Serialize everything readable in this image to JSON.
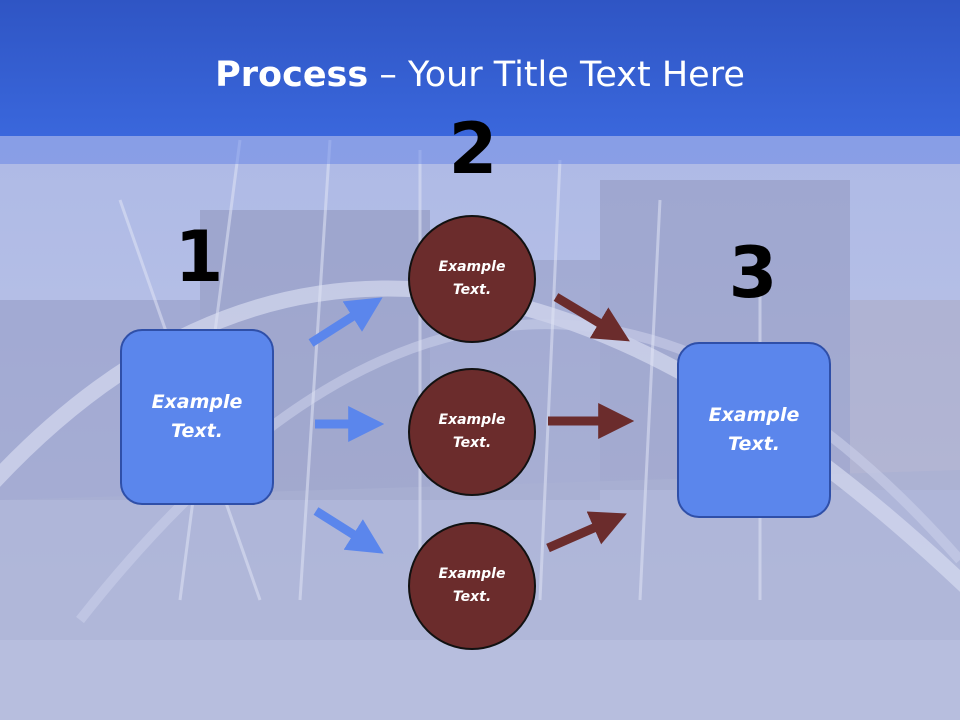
{
  "title": {
    "bold": "Process",
    "rest": " – Your Title Text Here"
  },
  "steps": {
    "one": "1",
    "two": "2",
    "three": "3"
  },
  "left_box": {
    "text": "Example Text."
  },
  "right_box": {
    "text": "Example Text."
  },
  "circles": [
    {
      "text": "Example Text."
    },
    {
      "text": "Example Text."
    },
    {
      "text": "Example Text."
    }
  ],
  "colors": {
    "title_bar": "#3a67dc",
    "box_fill": "#5b86ec",
    "circle_fill": "#6b2c2c",
    "blue_arrow": "#5b86ec",
    "brown_arrow": "#6b2c2c"
  }
}
